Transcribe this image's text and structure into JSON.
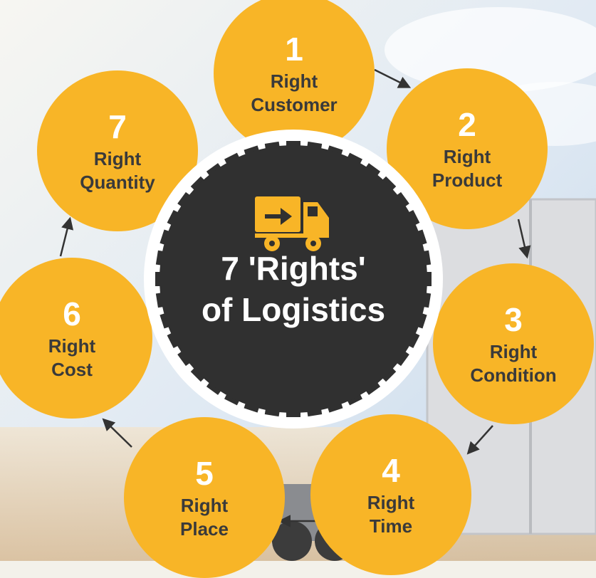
{
  "title_line1": "7 'Rights'",
  "title_line2": "of Logistics",
  "icon": "delivery-truck-icon",
  "colors": {
    "node": "#f8b527",
    "center": "#303030",
    "label": "#3a3a3a",
    "number": "#ffffff"
  },
  "rights": [
    {
      "number": "1",
      "label_line1": "Right",
      "label_line2": "Customer"
    },
    {
      "number": "2",
      "label_line1": "Right",
      "label_line2": "Product"
    },
    {
      "number": "3",
      "label_line1": "Right",
      "label_line2": "Condition"
    },
    {
      "number": "4",
      "label_line1": "Right",
      "label_line2": "Time"
    },
    {
      "number": "5",
      "label_line1": "Right",
      "label_line2": "Place"
    },
    {
      "number": "6",
      "label_line1": "Right",
      "label_line2": "Cost"
    },
    {
      "number": "7",
      "label_line1": "Right",
      "label_line2": "Quantity"
    }
  ]
}
